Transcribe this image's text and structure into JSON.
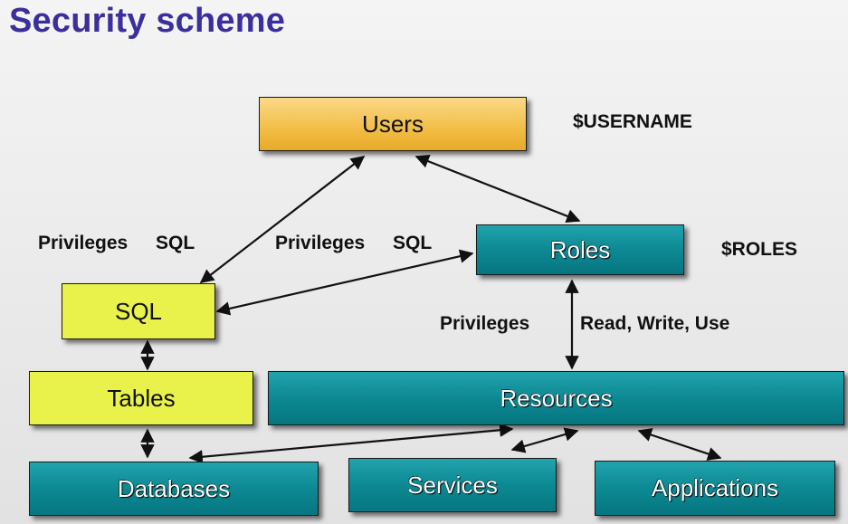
{
  "title": "Security scheme",
  "boxes": {
    "users": "Users",
    "roles": "Roles",
    "sql": "SQL",
    "tables": "Tables",
    "resources": "Resources",
    "databases": "Databases",
    "services": "Services",
    "applications": "Applications"
  },
  "labels": {
    "username_var": "$USERNAME",
    "roles_var": "$ROLES",
    "left_privileges": "Privileges",
    "left_sql": "SQL",
    "mid_privileges": "Privileges",
    "mid_sql": "SQL",
    "right_privileges": "Privileges",
    "read_write_use": "Read, Write, Use"
  },
  "colors": {
    "title": "#3a2f9c",
    "users_fill": "#f2bd45",
    "sql_fill": "#e8f24a",
    "teal_fill": "#0d8993"
  }
}
